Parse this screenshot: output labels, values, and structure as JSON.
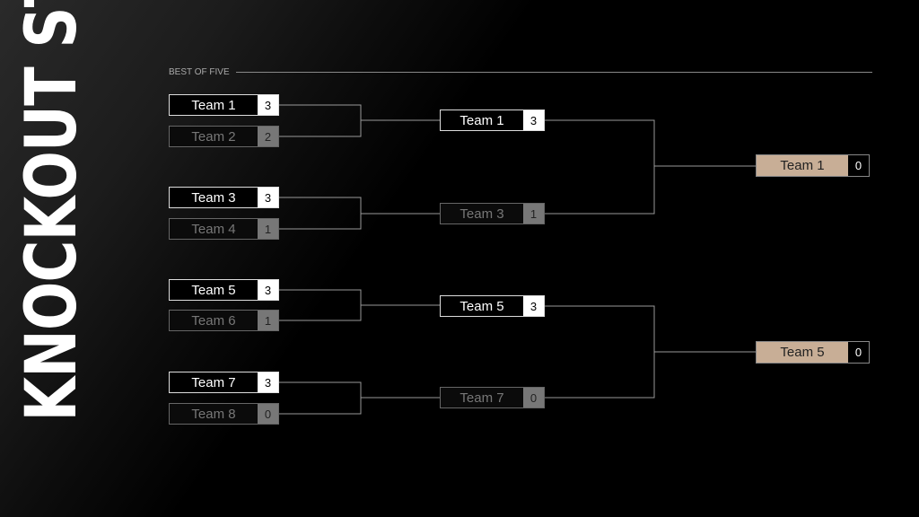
{
  "title": "KNOCKOUT STAGE",
  "subtitle": "BEST OF FIVE",
  "round1": [
    {
      "name": "Team 1",
      "score": "3",
      "result": "win"
    },
    {
      "name": "Team 2",
      "score": "2",
      "result": "lose"
    },
    {
      "name": "Team 3",
      "score": "3",
      "result": "win"
    },
    {
      "name": "Team 4",
      "score": "1",
      "result": "lose"
    },
    {
      "name": "Team 5",
      "score": "3",
      "result": "win"
    },
    {
      "name": "Team 6",
      "score": "1",
      "result": "lose"
    },
    {
      "name": "Team 7",
      "score": "3",
      "result": "win"
    },
    {
      "name": "Team 8",
      "score": "0",
      "result": "lose"
    }
  ],
  "round2": [
    {
      "name": "Team 1",
      "score": "3",
      "result": "win"
    },
    {
      "name": "Team 3",
      "score": "1",
      "result": "lose"
    },
    {
      "name": "Team 5",
      "score": "3",
      "result": "win"
    },
    {
      "name": "Team 7",
      "score": "0",
      "result": "lose"
    }
  ],
  "final": [
    {
      "name": "Team 1",
      "score": "0"
    },
    {
      "name": "Team 5",
      "score": "0"
    }
  ],
  "colors": {
    "final_accent": "#c8ae96",
    "loser": "#777777"
  }
}
